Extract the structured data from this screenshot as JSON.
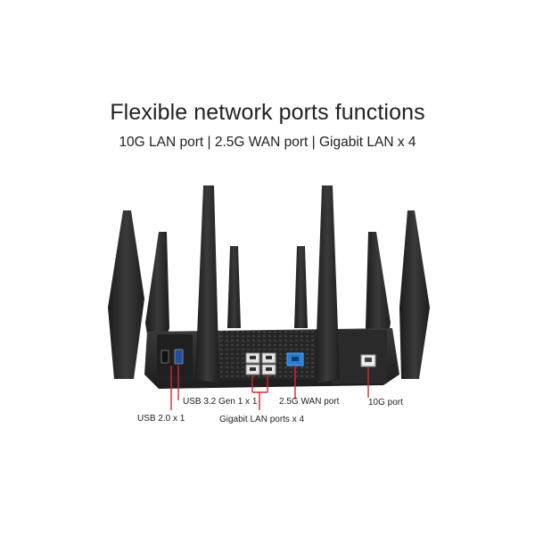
{
  "header": {
    "title": "Flexible network ports functions",
    "subtitle": "10G LAN port | 2.5G WAN port | Gigabit LAN x 4"
  },
  "labels": {
    "usb32": "USB 3.2 Gen 1 x 1",
    "usb20": "USB 2.0 x 1",
    "wan": "2.5G WAN port",
    "lan": "Gigabit LAN ports x 4",
    "port10g": "10G port"
  },
  "colors": {
    "callout": "#d9262c",
    "router_body": "#2b2b2b",
    "wan_port": "#2a7fd4"
  }
}
